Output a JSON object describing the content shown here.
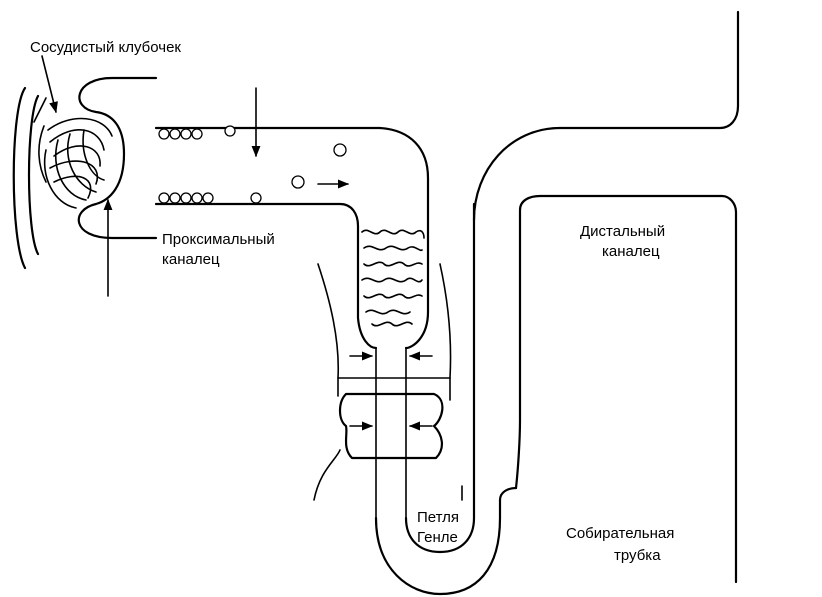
{
  "labels": {
    "glomerulus": "Сосудистый клубочек",
    "proximal_line1": "Проксимальный",
    "proximal_line2": "каналец",
    "distal_line1": "Дистальный",
    "distal_line2": "каналец",
    "loop_line1": "Петля",
    "loop_line2": "Генле",
    "collecting_line1": "Собирательная",
    "collecting_line2": "трубка"
  },
  "colors": {
    "stroke": "#000000",
    "background": "#ffffff"
  }
}
